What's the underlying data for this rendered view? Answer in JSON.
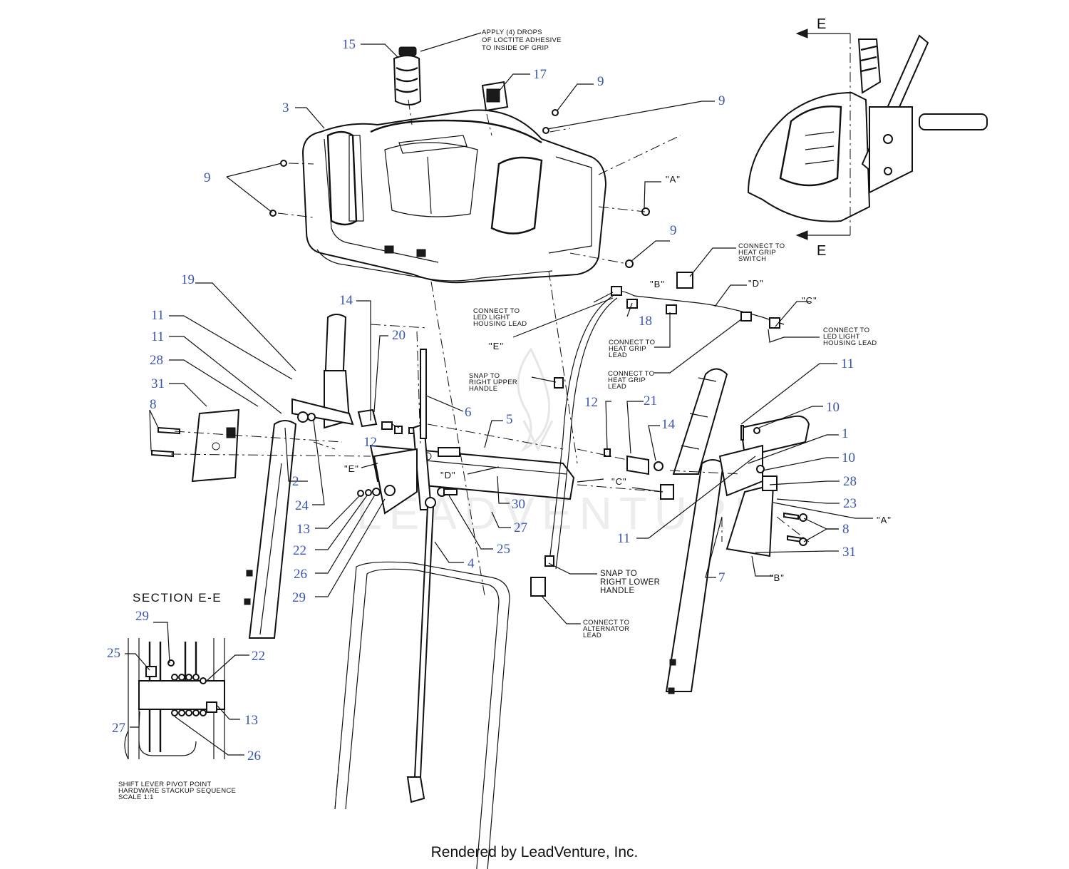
{
  "callouts": [
    {
      "n": "15"
    },
    {
      "n": "17"
    },
    {
      "n": "3"
    },
    {
      "n": "9"
    },
    {
      "n": "9"
    },
    {
      "n": "9"
    },
    {
      "n": "9"
    },
    {
      "n": "19"
    },
    {
      "n": "11"
    },
    {
      "n": "11"
    },
    {
      "n": "28"
    },
    {
      "n": "31"
    },
    {
      "n": "8"
    },
    {
      "n": "14"
    },
    {
      "n": "20"
    },
    {
      "n": "12"
    },
    {
      "n": "6"
    },
    {
      "n": "5"
    },
    {
      "n": "2"
    },
    {
      "n": "24"
    },
    {
      "n": "13"
    },
    {
      "n": "22"
    },
    {
      "n": "26"
    },
    {
      "n": "29"
    },
    {
      "n": "30"
    },
    {
      "n": "27"
    },
    {
      "n": "25"
    },
    {
      "n": "4"
    },
    {
      "n": "18"
    },
    {
      "n": "12"
    },
    {
      "n": "21"
    },
    {
      "n": "14"
    },
    {
      "n": "11"
    },
    {
      "n": "10"
    },
    {
      "n": "1"
    },
    {
      "n": "10"
    },
    {
      "n": "28"
    },
    {
      "n": "23"
    },
    {
      "n": "8"
    },
    {
      "n": "31"
    },
    {
      "n": "11"
    },
    {
      "n": "7"
    },
    {
      "n": "29"
    },
    {
      "n": "25"
    },
    {
      "n": "22"
    },
    {
      "n": "13"
    },
    {
      "n": "27"
    },
    {
      "n": "26"
    }
  ],
  "ref_marks": {
    "A1": "\"A\"",
    "A2": "\"A\"",
    "B1": "\"B\"",
    "B2": "\"B\"",
    "C1": "\"C\"",
    "C2": "\"C\"",
    "D1": "\"D\"",
    "D2": "\"D\"",
    "E1": "\"E\"",
    "E2": "\"E\""
  },
  "notes": {
    "adhesive": [
      "APPLY (4) DROPS",
      "OF LOCTITE ADHESIVE",
      "TO INSIDE OF GRIP"
    ],
    "heat_grip_switch": [
      "CONNECT TO",
      "HEAT GRIP",
      "SWITCH"
    ],
    "led_light_housing_left": [
      "CONNECT TO",
      "LED LIGHT",
      "HOUSING LEAD"
    ],
    "led_light_housing_right": [
      "CONNECT TO",
      "LED LIGHT",
      "HOUSING LEAD"
    ],
    "heat_grip_lead_1": [
      "CONNECT TO",
      "HEAT GRIP",
      "LEAD"
    ],
    "heat_grip_lead_2": [
      "CONNECT TO",
      "HEAT GRIP",
      "LEAD"
    ],
    "snap_upper": [
      "SNAP TO",
      "RIGHT UPPER",
      "HANDLE"
    ],
    "snap_lower": [
      "SNAP TO",
      "RIGHT LOWER",
      "HANDLE"
    ],
    "alternator": [
      "CONNECT TO",
      "ALTERNATOR",
      "LEAD"
    ],
    "stackup": [
      "SHIFT LEVER PIVOT POINT",
      "HARDWARE STACKUP SEQUENCE",
      "SCALE 1:1"
    ]
  },
  "section_label": "SECTION E-E",
  "section_letter_top": "E",
  "section_letter_bottom": "E",
  "footer": "Rendered by LeadVenture, Inc."
}
